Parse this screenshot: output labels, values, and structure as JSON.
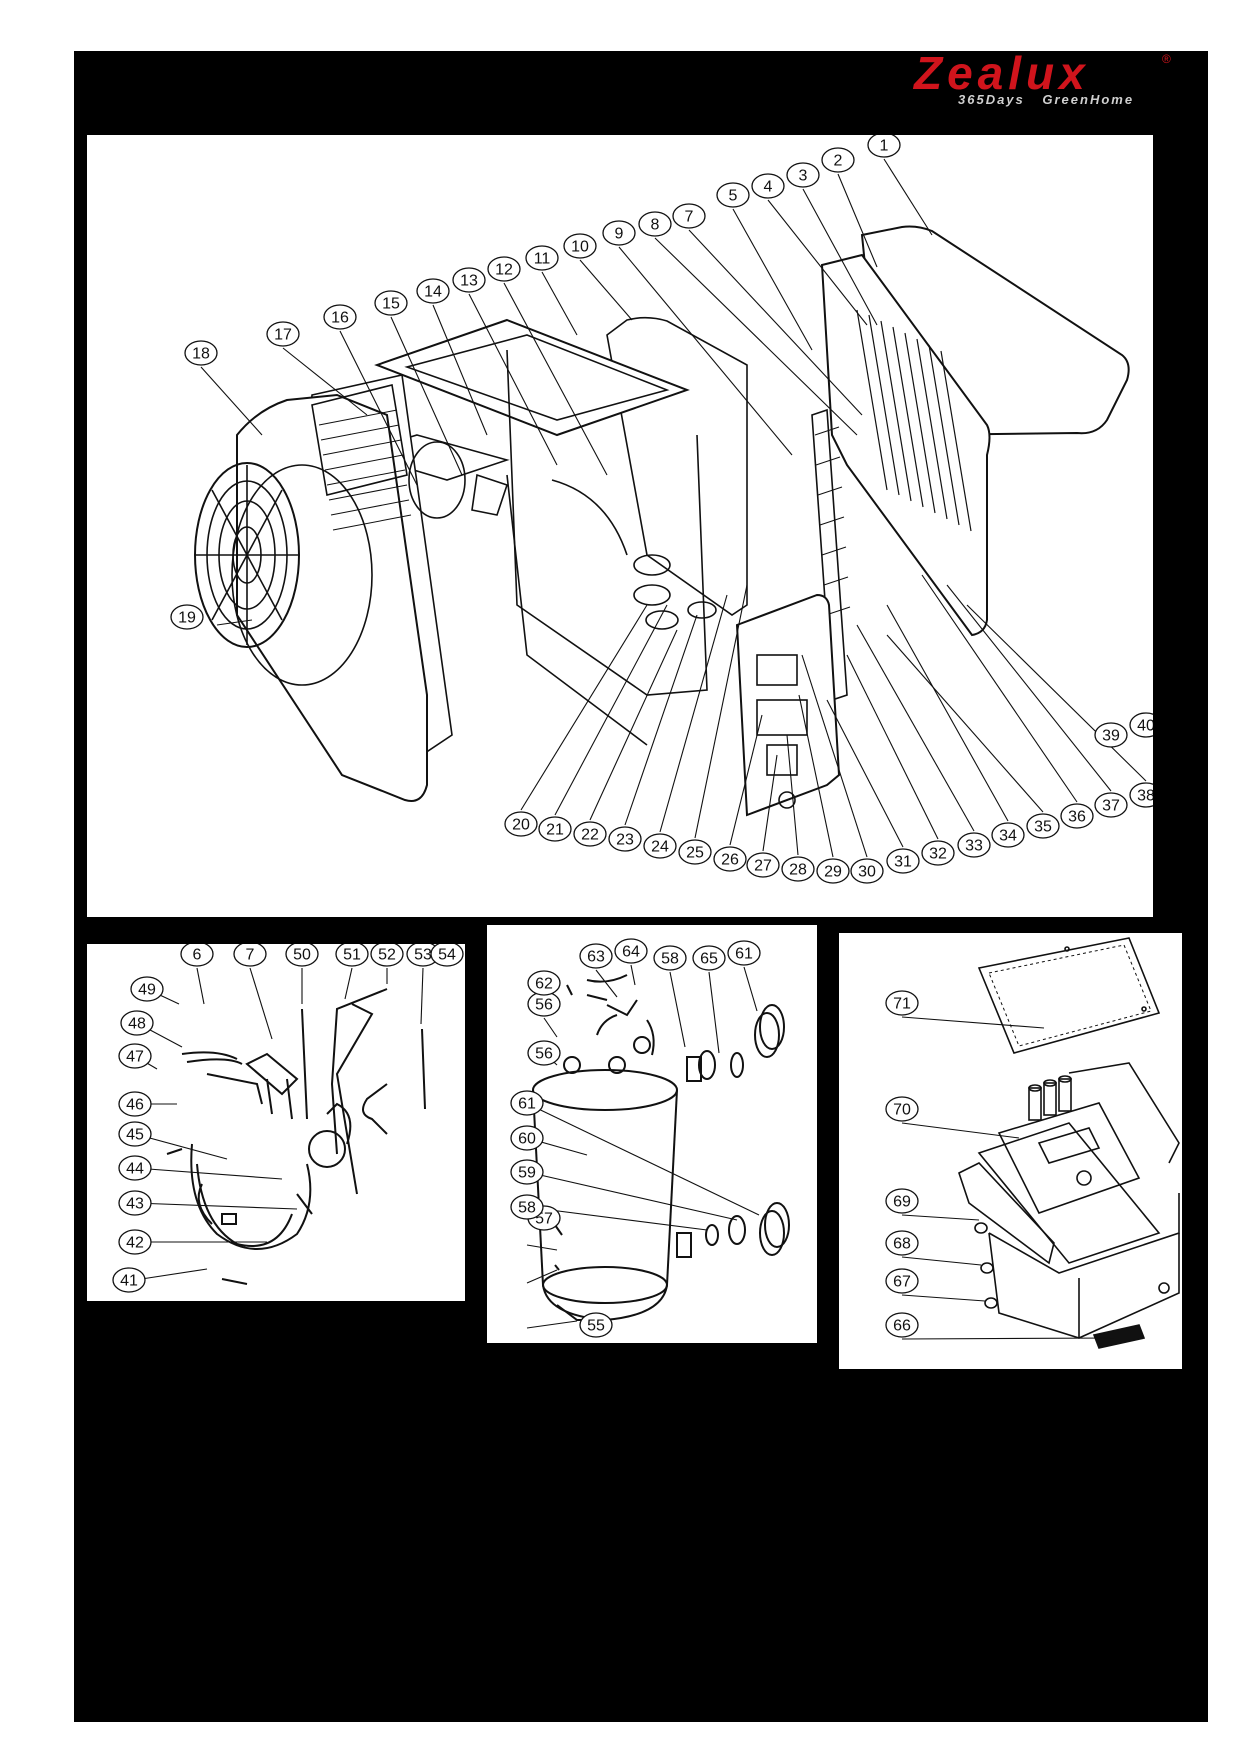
{
  "brand": {
    "name": "Zealux",
    "registered": "®",
    "tagline": "365Days GreenHome",
    "brand_color": "#d0141c"
  },
  "panels": {
    "main": {
      "callouts": [
        "1",
        "2",
        "3",
        "4",
        "5",
        "7",
        "8",
        "9",
        "10",
        "11",
        "12",
        "13",
        "14",
        "15",
        "16",
        "17",
        "18",
        "19",
        "20",
        "21",
        "22",
        "23",
        "24",
        "25",
        "26",
        "27",
        "28",
        "29",
        "30",
        "31",
        "32",
        "33",
        "34",
        "35",
        "36",
        "37",
        "38",
        "39",
        "40"
      ]
    },
    "piping": {
      "callouts": [
        "6",
        "7",
        "41",
        "42",
        "43",
        "44",
        "45",
        "46",
        "47",
        "48",
        "49",
        "50",
        "51",
        "52",
        "53",
        "54"
      ]
    },
    "exchanger": {
      "callouts": [
        "55",
        "56",
        "56",
        "57",
        "58",
        "58",
        "59",
        "60",
        "61",
        "61",
        "62",
        "63",
        "64",
        "65"
      ]
    },
    "electrical": {
      "callouts": [
        "66",
        "67",
        "68",
        "69",
        "70",
        "71"
      ]
    }
  }
}
